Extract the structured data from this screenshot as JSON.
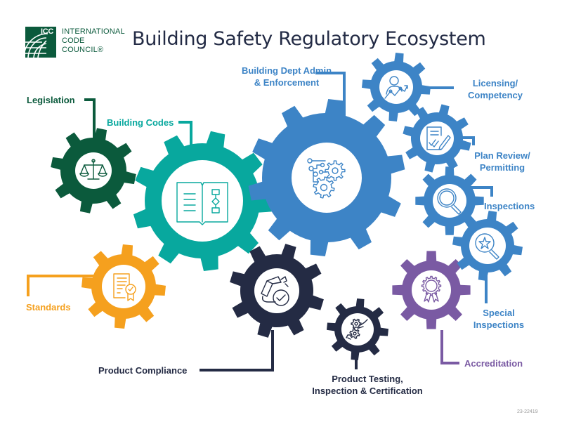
{
  "title": "Building Safety Regulatory Ecosystem",
  "logo": {
    "abbr": "ICC",
    "line1": "INTERNATIONAL",
    "line2": "CODE",
    "line3": "COUNCIL®",
    "color": "#0b5a3c"
  },
  "colors": {
    "legislation": "#0b5a3c",
    "building_codes": "#08a89e",
    "standards": "#f5a01e",
    "dept_admin": "#3d84c6",
    "product": "#242b44",
    "accreditation": "#7a5aa3"
  },
  "components": [
    {
      "id": "legislation",
      "label": "Legislation",
      "icon": "scales-of-justice-icon",
      "color": "#0b5a3c"
    },
    {
      "id": "building-codes",
      "label": "Building Codes",
      "icon": "open-book-flowchart-icon",
      "color": "#08a89e"
    },
    {
      "id": "standards",
      "label": "Standards",
      "icon": "certificate-document-icon",
      "color": "#f5a01e"
    },
    {
      "id": "dept-admin",
      "label": "Building Dept Admin\n& Enforcement",
      "icon": "circuit-gears-icon",
      "color": "#3d84c6"
    },
    {
      "id": "licensing",
      "label": "Licensing/\nCompetency",
      "icon": "person-growth-chart-icon",
      "color": "#3d84c6"
    },
    {
      "id": "plan-review",
      "label": "Plan Review/\nPermitting",
      "icon": "document-pen-check-icon",
      "color": "#3d84c6"
    },
    {
      "id": "inspections",
      "label": "Inspections",
      "icon": "magnifying-glass-icon",
      "color": "#3d84c6"
    },
    {
      "id": "special-inspections",
      "label": "Special\nInspections",
      "icon": "magnifying-glass-star-icon",
      "color": "#3d84c6"
    },
    {
      "id": "accreditation",
      "label": "Accreditation",
      "icon": "award-ribbon-icon",
      "color": "#7a5aa3"
    },
    {
      "id": "product-compliance",
      "label": "Product Compliance",
      "icon": "robotic-arm-check-icon",
      "color": "#242b44"
    },
    {
      "id": "product-testing",
      "label": "Product Testing,\nInspection & Certification",
      "icon": "hands-gears-icon",
      "color": "#242b44"
    }
  ],
  "reference_code": "23-22419"
}
